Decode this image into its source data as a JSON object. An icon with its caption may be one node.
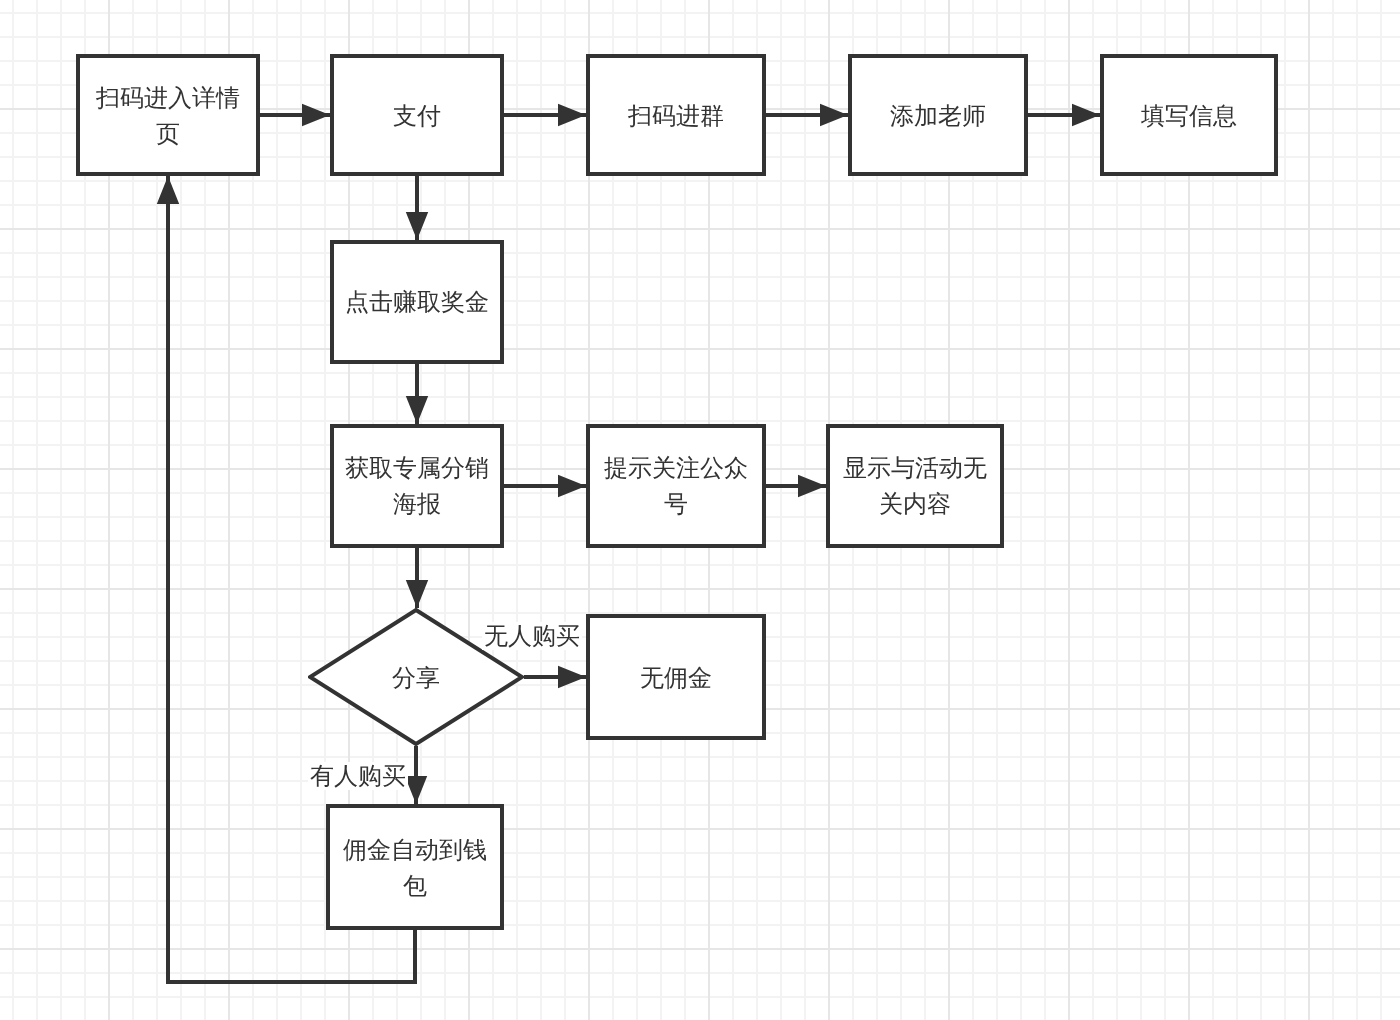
{
  "diagram": {
    "nodes": [
      {
        "text": [
          "扫码进入详情页"
        ]
      },
      {
        "text": [
          "支付"
        ]
      },
      {
        "text": [
          "扫码进群"
        ]
      },
      {
        "text": [
          "添加老师"
        ]
      },
      {
        "text": [
          "填写信息"
        ]
      },
      {
        "text": [
          "点击赚取奖金"
        ]
      },
      {
        "text": [
          "获取专属分销海报"
        ]
      },
      {
        "text": [
          "提示关注公众号"
        ]
      },
      {
        "text": [
          "显示与活动无关内容"
        ]
      },
      {
        "text": [
          "分享"
        ]
      },
      {
        "text": [
          "无佣金"
        ]
      },
      {
        "text": [
          "佣金自动到钱包"
        ]
      }
    ],
    "edges": [
      {
        "from": 0,
        "to": 1,
        "arrow": "to"
      },
      {
        "from": 1,
        "to": 2,
        "arrow": "to"
      },
      {
        "from": 2,
        "to": 3,
        "arrow": "to"
      },
      {
        "from": 3,
        "to": 4,
        "arrow": "to"
      },
      {
        "from": 1,
        "to": 5,
        "arrow": "to"
      },
      {
        "from": 5,
        "to": 6,
        "arrow": "to"
      },
      {
        "from": 6,
        "to": 7,
        "arrow": "to"
      },
      {
        "from": 7,
        "to": 8,
        "arrow": "to"
      },
      {
        "from": 6,
        "to": 9,
        "arrow": "to"
      },
      {
        "from": 9,
        "to": 10,
        "arrow": "to",
        "label": "无人购买"
      },
      {
        "from": 9,
        "to": 11,
        "arrow": "to",
        "label": "有人购买"
      },
      {
        "from": 11,
        "to": 0,
        "arrow": "to"
      }
    ]
  }
}
